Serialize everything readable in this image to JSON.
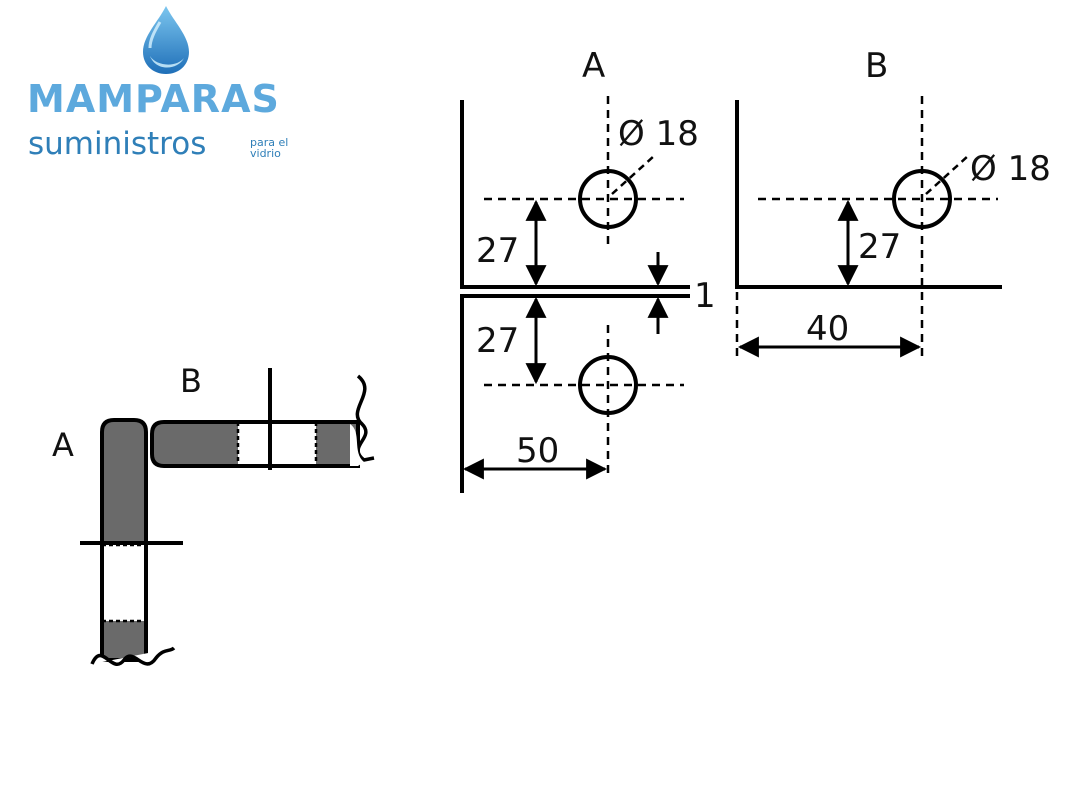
{
  "logo": {
    "name": "MAMPARAS",
    "subtitle": "suministros",
    "tagline_1": "para el",
    "tagline_2": "vidrio",
    "colors": {
      "drop_dark": "#1f6fb8",
      "drop_light": "#7cc6ef",
      "text_main": "#5da9dd",
      "text_sub": "#2f7fb8"
    }
  },
  "diagram": {
    "sketch": {
      "label_a": "A",
      "label_b": "B"
    },
    "panel_a": {
      "title": "A",
      "hole_diameter": "Ø 18",
      "offset_top": "27",
      "offset_bottom": "27",
      "gap": "1",
      "width": "50"
    },
    "panel_b": {
      "title": "B",
      "hole_diameter": "Ø 18",
      "offset": "27",
      "width": "40"
    },
    "colors": {
      "profile_fill": "#6a6a6a",
      "line": "#000000"
    }
  }
}
